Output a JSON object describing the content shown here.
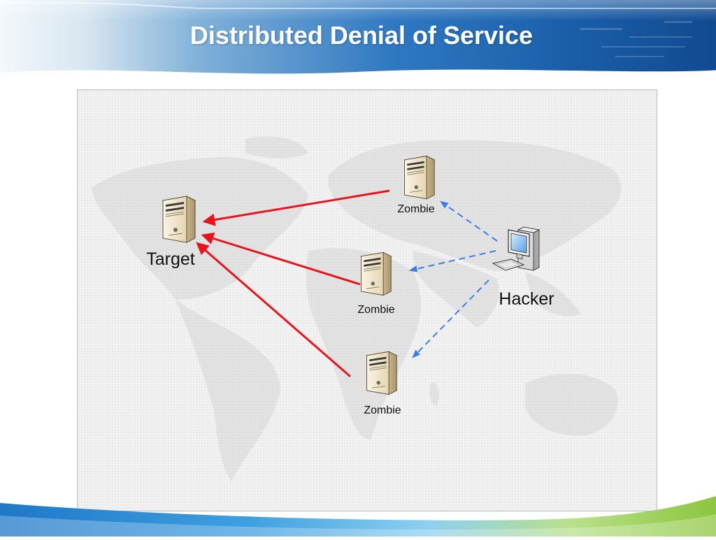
{
  "slide": {
    "title": "Distributed Denial of Service"
  },
  "nodes": {
    "target": {
      "label": "Target",
      "icon": "server-icon"
    },
    "zombies": [
      {
        "label": "Zombie",
        "icon": "server-icon"
      },
      {
        "label": "Zombie",
        "icon": "server-icon"
      },
      {
        "label": "Zombie",
        "icon": "server-icon"
      }
    ],
    "hacker": {
      "label": "Hacker",
      "icon": "desktop-computer-icon"
    }
  },
  "edges": {
    "attack": [
      {
        "from": "zombie-1",
        "to": "target"
      },
      {
        "from": "zombie-2",
        "to": "target"
      },
      {
        "from": "zombie-3",
        "to": "target"
      }
    ],
    "command": [
      {
        "from": "hacker",
        "to": "zombie-1"
      },
      {
        "from": "hacker",
        "to": "zombie-2"
      },
      {
        "from": "hacker",
        "to": "zombie-3"
      }
    ]
  },
  "colors": {
    "attack_arrow": "#e8141b",
    "command_arrow": "#3a7fe6",
    "header_blue": "#1d5fa8",
    "footer_green": "#8cc63f",
    "footer_blue": "#1f78c8"
  },
  "background": "world-map"
}
